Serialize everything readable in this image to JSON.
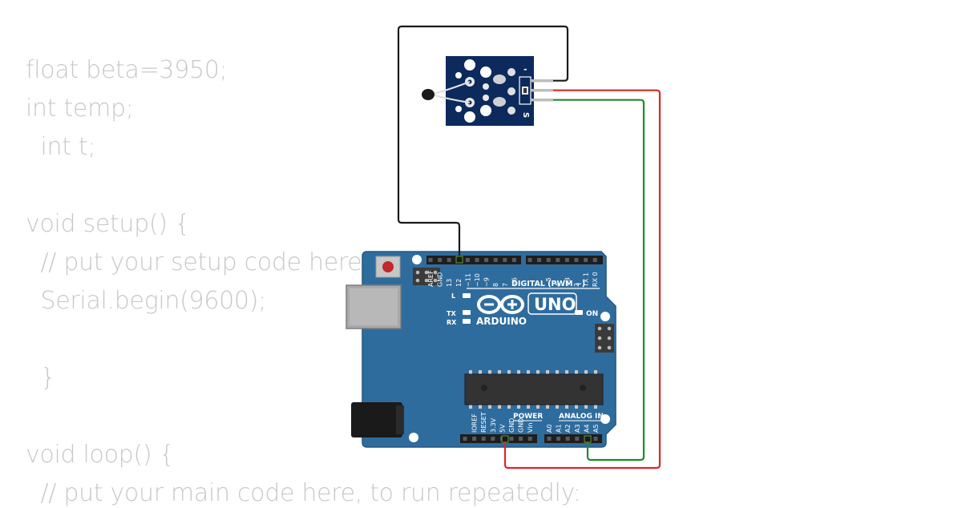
{
  "code": {
    "lines": [
      "float beta=3950;",
      "int temp;",
      "  int t;",
      "",
      "void setup() {",
      "  // put your setup code here",
      "  Serial.begin(9600);",
      "",
      "  }",
      "",
      "void loop() {",
      "  // put your main code here, to run repeatedly:"
    ]
  },
  "board": {
    "brand": "ARDUINO",
    "model": "UNO",
    "power_label": "POWER",
    "analog_label": "ANALOG IN",
    "digital_label": "DIGITAL (PWM ~)",
    "on_label": "ON",
    "l_label": "L",
    "tx_label": "TX",
    "rx_label": "RX",
    "digital_pins": [
      "AREF",
      "GND",
      "13",
      "12",
      "~11",
      "~10",
      "~9",
      "8",
      "7",
      "~6",
      "~5",
      "4",
      "~3",
      "2",
      "TX 1",
      "RX 0"
    ],
    "power_pins": [
      "IOREF",
      "RESET",
      "3.3V",
      "5V",
      "GND",
      "GND",
      "Vin"
    ],
    "analog_pins": [
      "A0",
      "A1",
      "A2",
      "A3",
      "A4",
      "A5"
    ]
  },
  "sensor": {
    "pin_minus": "-",
    "pin_signal": "S"
  },
  "colors": {
    "board": "#2f6c9e",
    "sensor_board": "#0d2a5c",
    "wire_gnd": "#1a1a1a",
    "wire_vcc": "#d62828",
    "wire_signal": "#1f8a2a",
    "code_text": "#c8c8c8"
  }
}
